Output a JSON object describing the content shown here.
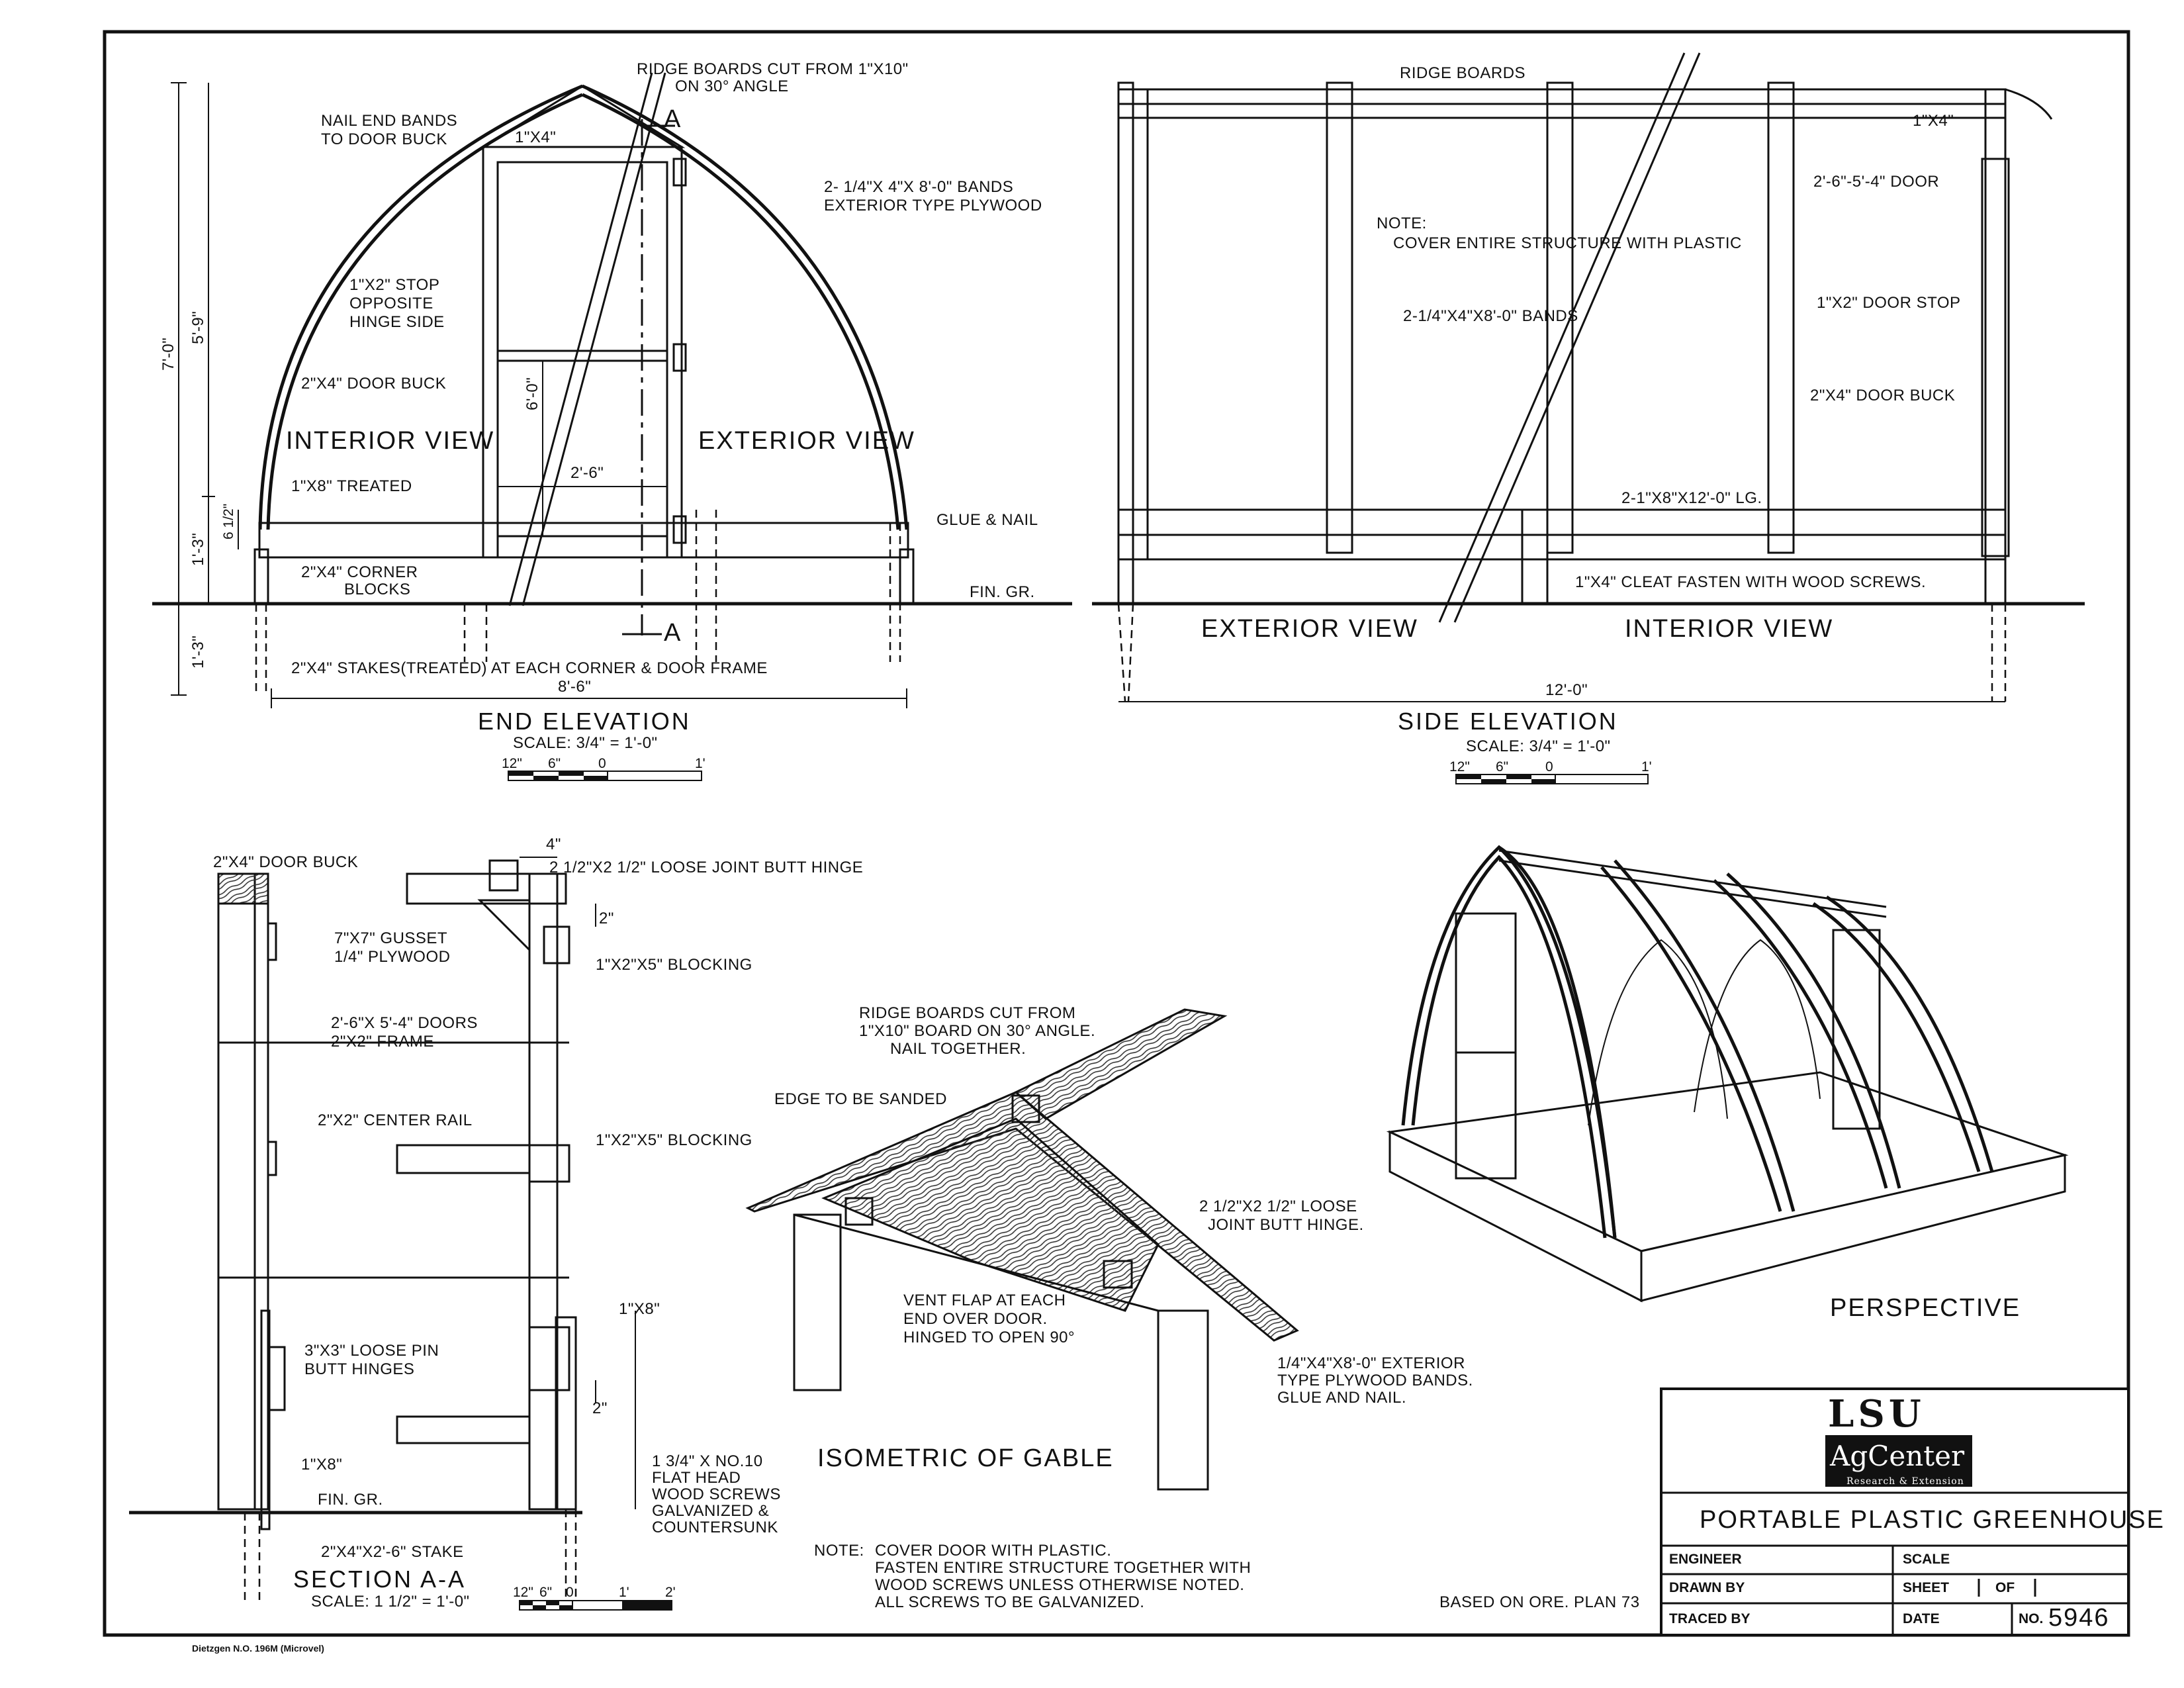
{
  "end_elevation": {
    "title": "END ELEVATION",
    "scale": "SCALE: 3/4\" = 1'-0\"",
    "scale_bar": [
      "12\"",
      "6\"",
      "0",
      "1'"
    ],
    "labels": {
      "ridge_boards": "RIDGE BOARDS CUT FROM 1\"X10\"",
      "ridge_boards_2": "ON 30° ANGLE",
      "section_mark_top": "A",
      "section_mark_bottom": "A",
      "nail_end": "NAIL END BANDS",
      "nail_end_2": "TO DOOR BUCK",
      "one_by_four": "1\"X4\"",
      "bands": "2- 1/4\"X 4\"X 8'-0\" BANDS",
      "bands_2": "EXTERIOR TYPE PLYWOOD",
      "stop": "1\"X2\" STOP",
      "stop_2": "OPPOSITE",
      "stop_3": "HINGE SIDE",
      "door_buck": "2\"X4\" DOOR BUCK",
      "interior_view": "INTERIOR VIEW",
      "exterior_view": "EXTERIOR VIEW",
      "treated": "1\"X8\" TREATED",
      "glue_nail": "GLUE & NAIL",
      "corner_blocks": "2\"X4\" CORNER",
      "corner_blocks_2": "BLOCKS",
      "fin_gr": "FIN. GR.",
      "stakes": "2\"X4\" STAKES(TREATED) AT EACH CORNER & DOOR FRAME",
      "dim_7_0": "7'-0\"",
      "dim_5_9": "5'-9\"",
      "dim_1_3a": "1'-3\"",
      "dim_1_3b": "1'-3\"",
      "dim_6_1_2": "6 1/2\"",
      "dim_6_0": "6'-0\"",
      "dim_2_6": "2'-6\"",
      "dim_8_6": "8'-6\""
    }
  },
  "side_elevation": {
    "title": "SIDE ELEVATION",
    "scale": "SCALE: 3/4\" = 1'-0\"",
    "scale_bar": [
      "12\"",
      "6\"",
      "0",
      "1'"
    ],
    "labels": {
      "ridge_boards": "RIDGE BOARDS",
      "one_by_four": "1\"X4\"",
      "door": "2'-6\"-5'-4\" DOOR",
      "note": "NOTE:",
      "note_2": "COVER ENTIRE STRUCTURE WITH PLASTIC",
      "bands": "2-1/4\"X4\"X8'-0\" BANDS",
      "door_stop": "1\"X2\" DOOR STOP",
      "door_buck": "2\"X4\" DOOR BUCK",
      "lg": "2-1\"X8\"X12'-0\" LG.",
      "cleat": "1\"X4\" CLEAT FASTEN WITH WOOD SCREWS.",
      "exterior_view": "EXTERIOR VIEW",
      "interior_view": "INTERIOR VIEW",
      "dim_12_0": "12'-0\""
    }
  },
  "section_aa": {
    "title": "SECTION A-A",
    "scale": "SCALE: 1 1/2\" = 1'-0\"",
    "scale_bar": [
      "12\"",
      "6\"",
      "0",
      "1'",
      "2'"
    ],
    "labels": {
      "door_buck": "2\"X4\" DOOR BUCK",
      "dim_4": "4\"",
      "hinge": "2 1/2\"X2 1/2\" LOOSE JOINT BUTT HINGE",
      "dim_2": "2\"",
      "gusset": "7\"X7\" GUSSET",
      "gusset_2": "1/4\" PLYWOOD",
      "blocking_1": "1\"X2\"X5\" BLOCKING",
      "doors": "2'-6\"X 5'-4\" DOORS",
      "doors_2": "2\"X2\" FRAME",
      "center_rail": "2\"X2\" CENTER RAIL",
      "blocking_2": "1\"X2\"X5\" BLOCKING",
      "one_by_eight_a": "1\"X8\"",
      "pin_hinges": "3\"X3\" LOOSE PIN",
      "pin_hinges_2": "BUTT HINGES",
      "dim_2b": "2\"",
      "one_by_eight_b": "1\"X8\"",
      "fin_gr": "FIN. GR.",
      "screws_1": "1 3/4\" X NO.10",
      "screws_2": "FLAT HEAD",
      "screws_3": "WOOD SCREWS",
      "screws_4": "GALVANIZED &",
      "screws_5": "COUNTERSUNK",
      "stake": "2\"X4\"X2'-6\" STAKE"
    }
  },
  "isometric": {
    "title": "ISOMETRIC OF GABLE",
    "labels": {
      "ridge_1": "RIDGE BOARDS CUT FROM",
      "ridge_2": "1\"X10\" BOARD ON 30° ANGLE.",
      "ridge_3": "NAIL TOGETHER.",
      "edge": "EDGE TO BE SANDED",
      "hinge_1": "2 1/2\"X2 1/2\" LOOSE",
      "hinge_2": "JOINT BUTT HINGE.",
      "vent_1": "VENT FLAP AT EACH",
      "vent_2": "END OVER DOOR.",
      "vent_3": "HINGED TO OPEN 90°",
      "bands_1": "1/4\"X4\"X8'-0\" EXTERIOR",
      "bands_2": "TYPE PLYWOOD BANDS.",
      "bands_3": "GLUE AND NAIL."
    }
  },
  "perspective": {
    "title": "PERSPECTIVE"
  },
  "notes": {
    "note_label": "NOTE:",
    "line_1": "COVER DOOR WITH PLASTIC.",
    "line_2": "FASTEN ENTIRE STRUCTURE TOGETHER WITH",
    "line_3": "WOOD SCREWS UNLESS OTHERWISE NOTED.",
    "line_4": "ALL SCREWS TO BE GALVANIZED.",
    "based_on": "BASED ON ORE. PLAN 73"
  },
  "title_block": {
    "logo_top": "LSU",
    "logo_mid": "AgCenter",
    "logo_bottom": "Research & Extension",
    "title": "PORTABLE PLASTIC GREENHOUSE",
    "engineer_label": "ENGINEER",
    "scale_label": "SCALE",
    "drawn_by_label": "DRAWN BY",
    "sheet_label": "SHEET",
    "of_label": "OF",
    "traced_by_label": "TRACED BY",
    "date_label": "DATE",
    "no_label": "NO.",
    "plan_number": "5946"
  },
  "footer": {
    "stamp": "Dietzgen N.O. 196M (Microvel)"
  }
}
